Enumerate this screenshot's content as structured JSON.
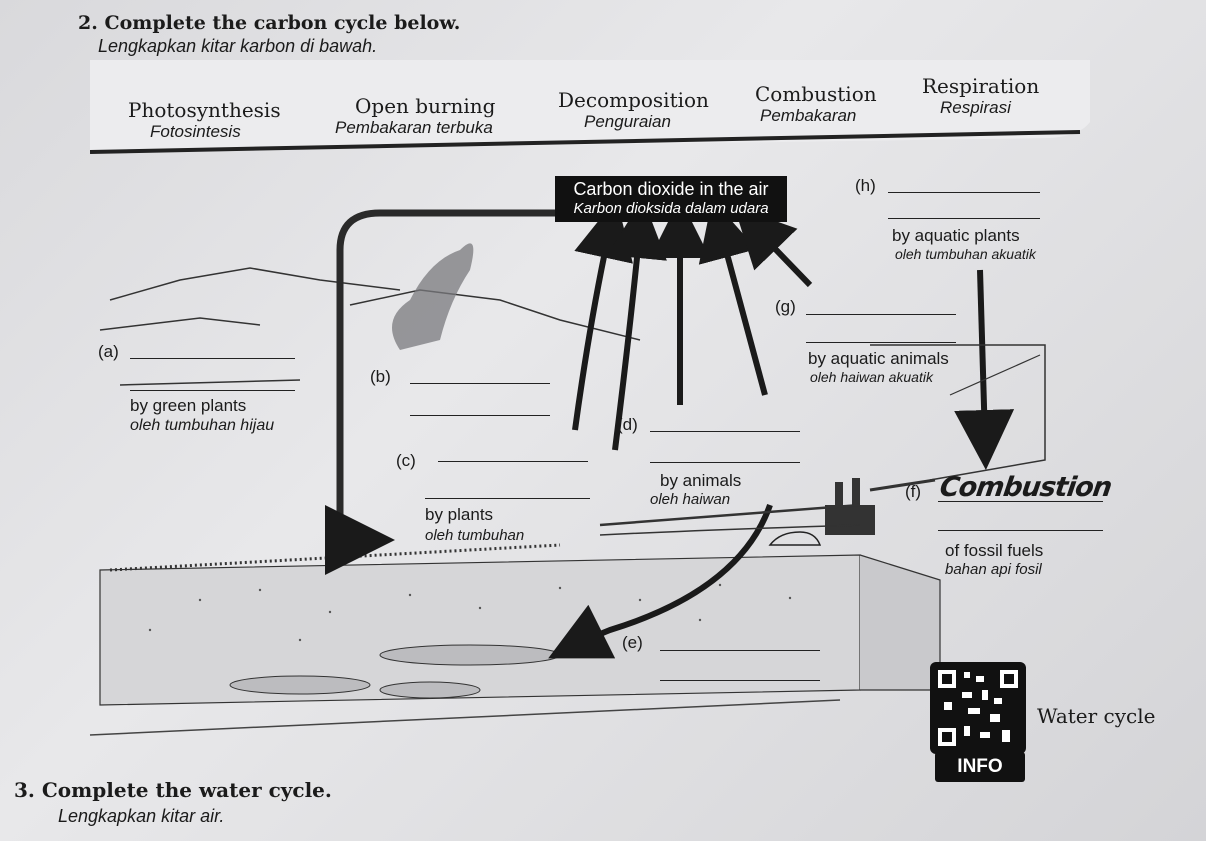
{
  "q2": {
    "title": "2. Complete the carbon cycle below.",
    "subtitle": "Lengkapkan kitar karbon di bawah."
  },
  "word_bank": [
    {
      "en": "Photosynthesis",
      "ms": "Fotosintesis"
    },
    {
      "en": "Open burning",
      "ms": "Pembakaran terbuka"
    },
    {
      "en": "Decomposition",
      "ms": "Penguraian"
    },
    {
      "en": "Combustion",
      "ms": "Pembakaran"
    },
    {
      "en": "Respiration",
      "ms": "Respirasi"
    }
  ],
  "diagram": {
    "co2_en": "Carbon dioxide in the air",
    "co2_ms": "Karbon dioksida dalam udara",
    "h_label": "(h)",
    "aquatic_plants_en": "by aquatic plants",
    "aquatic_plants_ms": "oleh tumbuhan akuatik",
    "g_label": "(g)",
    "aquatic_animals_en": "by aquatic animals",
    "aquatic_animals_ms": "oleh haiwan  akuatik",
    "a_label": "(a)",
    "b_label": "(b)",
    "green_plants_en": "by green plants",
    "green_plants_ms": "oleh tumbuhan hijau",
    "d_label": "(d)",
    "c_label": "(c)",
    "animals_en": "by animals",
    "animals_ms": "oleh haiwan",
    "f_label": "(f)",
    "f_answer": "Combustion",
    "plants_en": "by plants",
    "plants_ms": "oleh tumbuhan",
    "fossil_en": "of fossil fuels",
    "fossil_ms": "bahan api fosil",
    "e_label": "(e)",
    "water_cycle": "Water cycle",
    "info": "INFO"
  },
  "q3": {
    "title": "3. Complete the water cycle.",
    "subtitle": "Lengkapkan kitar air."
  }
}
